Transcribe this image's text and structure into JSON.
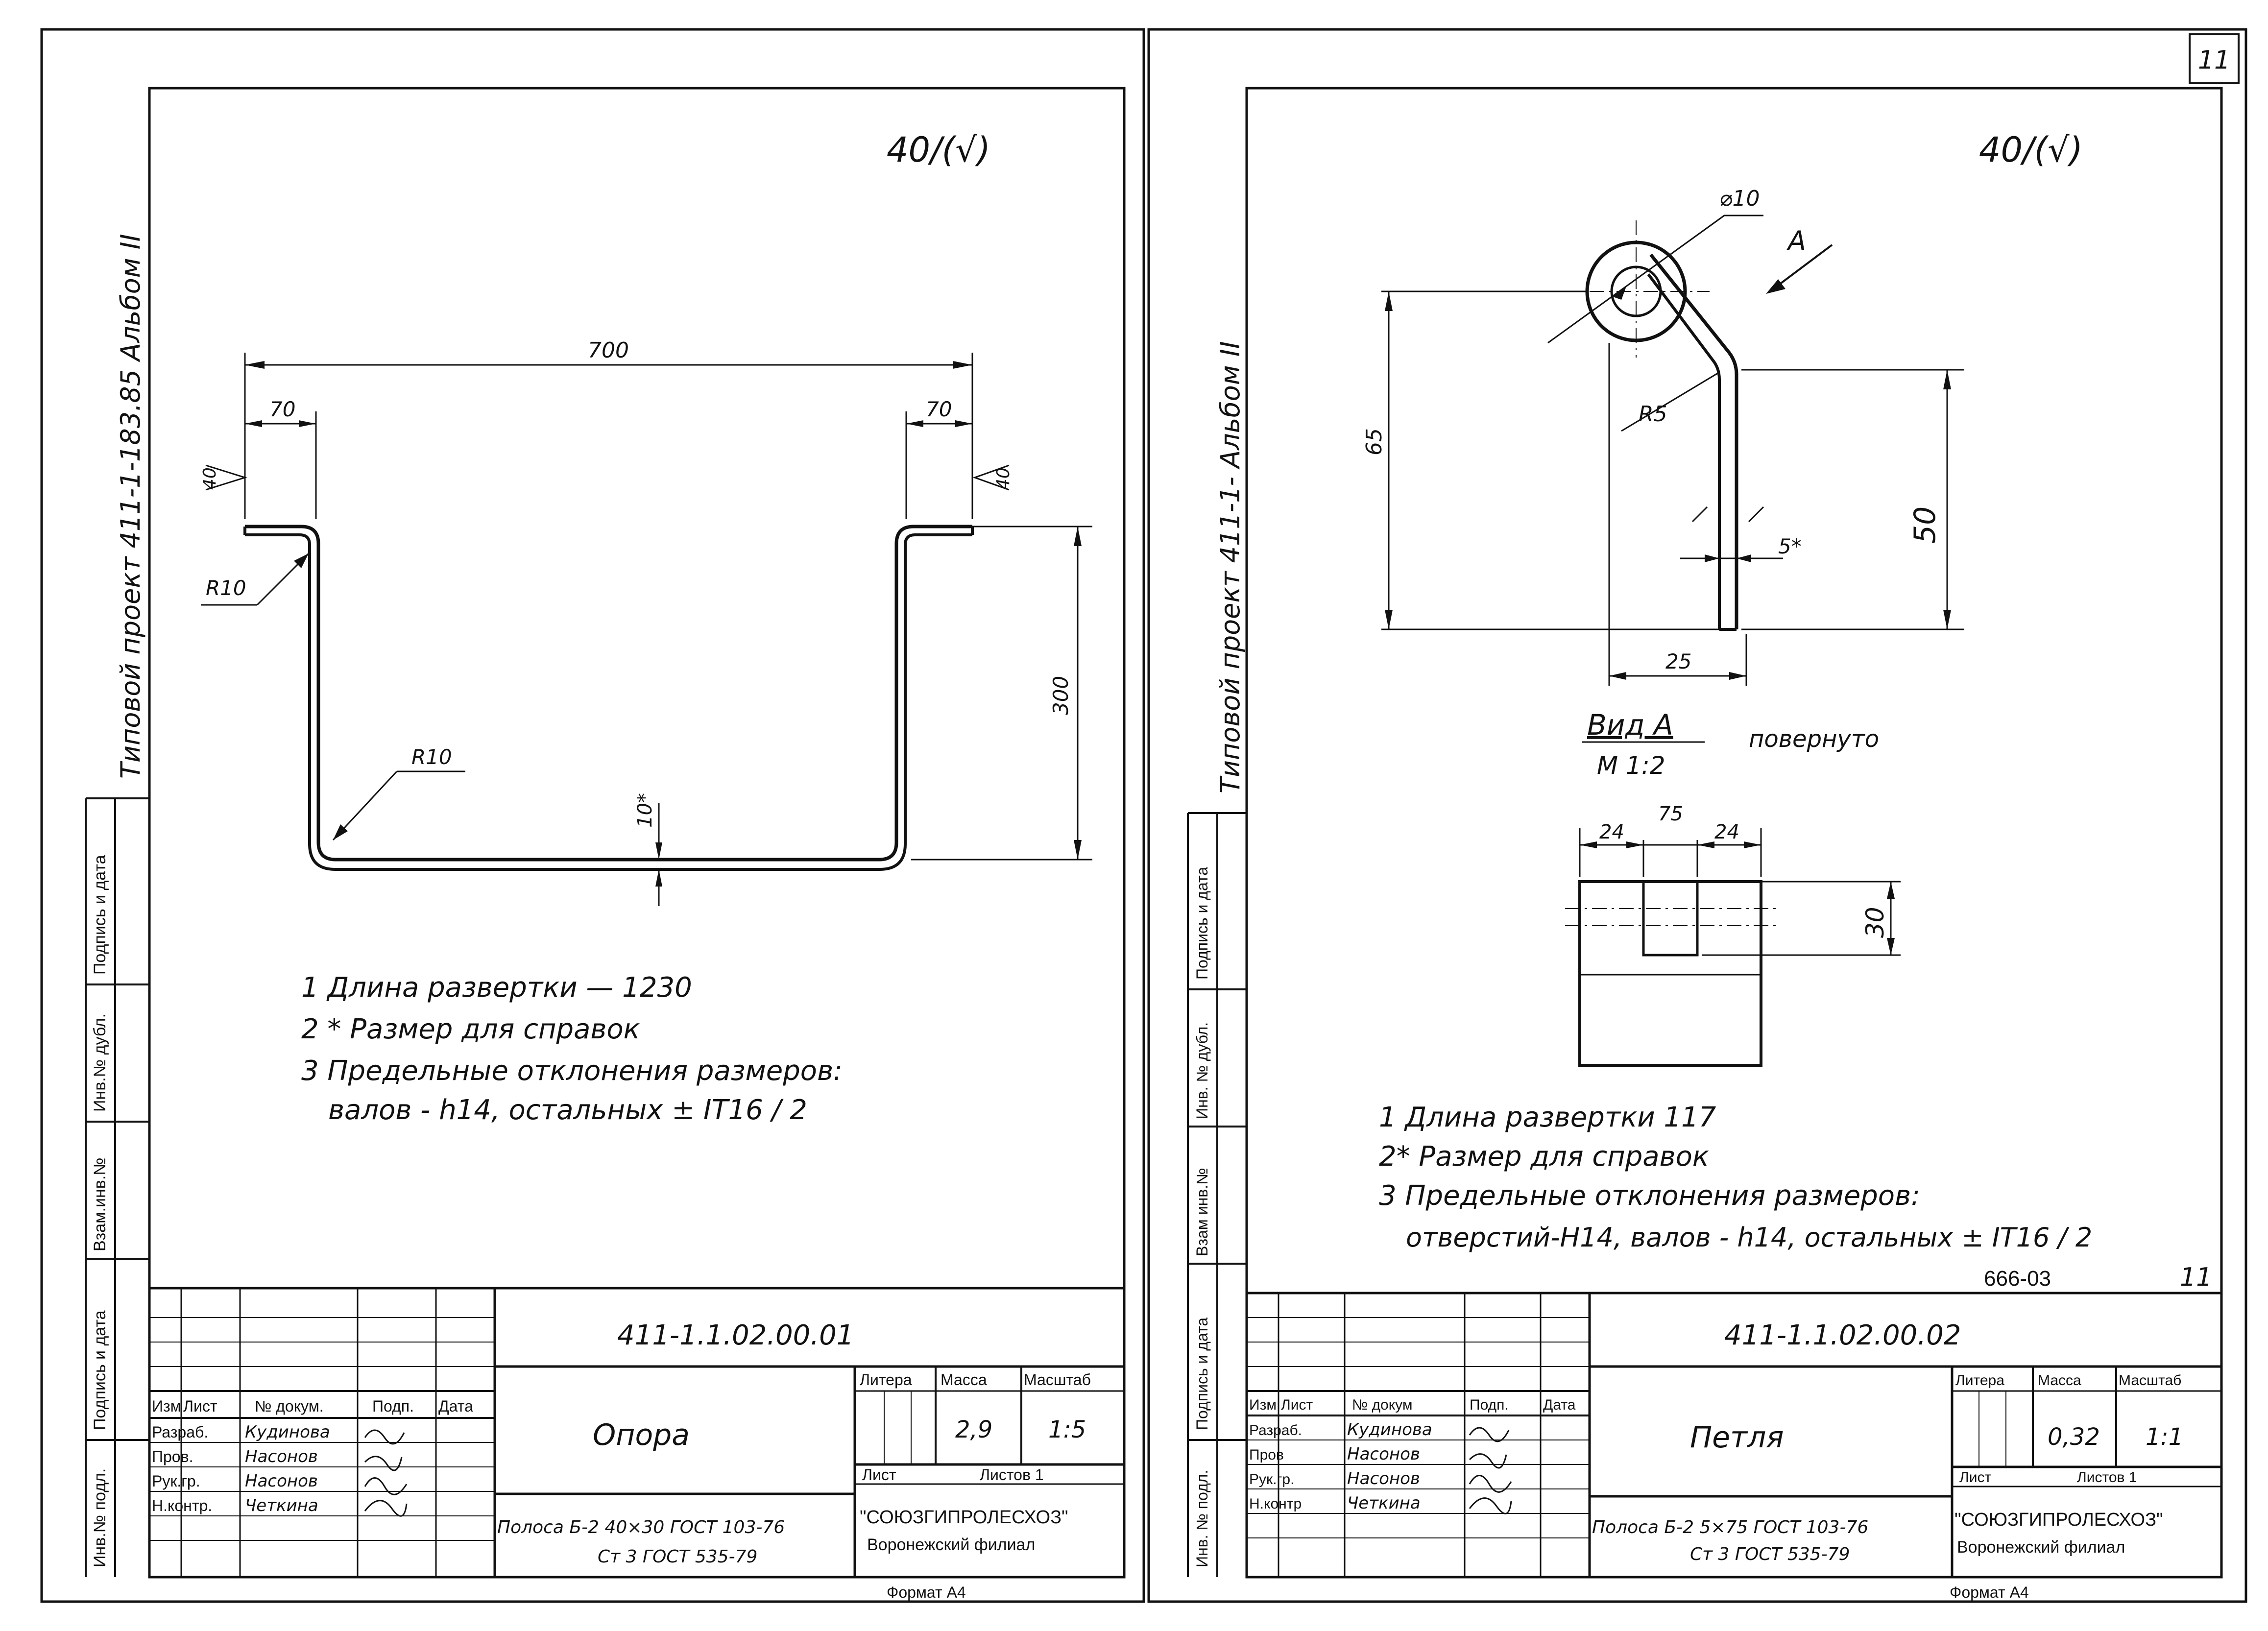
{
  "page_number": "11",
  "left": {
    "vertical_title": "Типовой проект 411-1-183.85   Альбом II",
    "roughness": "40/(√)",
    "dims": {
      "total": "700",
      "left_flange": "70",
      "right_flange": "70",
      "height": "300",
      "thickness": "10*",
      "radius_top": "R10",
      "radius_bottom": "R10",
      "rough_left": "40",
      "rough_right": "40"
    },
    "notes": [
      "1 Длина развертки — 1230",
      "2 * Размер для справок",
      "3 Предельные отклонения размеров:",
      "валов - h14, остальных ± IT16 / 2"
    ],
    "side_labels": [
      "Подпись и дата",
      "Инв.№ дубл.",
      "Взам.инв.№",
      "Подпись и дата",
      "Инв.№ подл."
    ],
    "stamp": {
      "designation": "411-1.1.02.00.01",
      "name": "Опора",
      "material_line1": "Полоса Б-2 40×30 ГОСТ 103-76",
      "material_line2": "Ст 3 ГОСТ 535-79",
      "col_headers": [
        "Изм",
        "Лист",
        "№ докум.",
        "Подп.",
        "Дата"
      ],
      "roles": [
        "Разраб.",
        "Пров.",
        "Рук.гр.",
        "Н.контр."
      ],
      "people": [
        "Кудинова",
        "Насонов",
        "Насонов",
        "Четкина"
      ],
      "litera_label": "Литера",
      "mass_label": "Масса",
      "scale_label": "Масштаб",
      "mass": "2,9",
      "scale": "1:5",
      "sheet_label": "Лист",
      "sheets_label": "Листов 1",
      "org1": "\"СОЮЗГИПРОЛЕСХОЗ\"",
      "org2": "Воронежский филиал",
      "format": "Формат А4"
    }
  },
  "right": {
    "vertical_title": "Типовой проект 411-1-   Альбом II",
    "roughness": "40/(√)",
    "dims": {
      "hole": "⌀10",
      "view_arrow": "A",
      "radius": "R5",
      "h65": "65",
      "h50": "50",
      "w25": "25",
      "thick": "5*"
    },
    "view": {
      "title": "Вид A",
      "scale": "М 1:2",
      "rotated": "повернуто",
      "w75": "75",
      "w24a": "24",
      "w24b": "24",
      "h30": "30"
    },
    "notes": [
      "1 Длина развертки   117",
      "2* Размер для справок",
      "3 Предельные отклонения размеров:",
      "отверстий-Н14, валов - h14, остальных ± IT16 / 2"
    ],
    "side_labels": [
      "Подпись и дата",
      "Инв. № дубл.",
      "Взам инв.№",
      "Подпись и дата",
      "Инв. № подл."
    ],
    "doc_code": "666-03",
    "sheet_mark": "11",
    "stamp": {
      "designation": "411-1.1.02.00.02",
      "name": "Петля",
      "material_line1": "Полоса Б-2 5×75 ГОСТ 103-76",
      "material_line2": "Ст 3 ГОСТ 535-79",
      "col_headers": [
        "Изм",
        "Лист",
        "№ докум",
        "Подп.",
        "Дата"
      ],
      "roles": [
        "Разраб.",
        "Пров",
        "Рук.гр.",
        "Н.контр"
      ],
      "people": [
        "Кудинова",
        "Насонов",
        "Насонов",
        "Четкина"
      ],
      "litera_label": "Литера",
      "mass_label": "Масса",
      "scale_label": "Масштаб",
      "mass": "0,32",
      "scale": "1:1",
      "sheet_label": "Лист",
      "sheets_label": "Листов 1",
      "org1": "\"СОЮЗГИПРОЛЕСХОЗ\"",
      "org2": "Воронежский филиал",
      "format": "Формат А4"
    }
  }
}
